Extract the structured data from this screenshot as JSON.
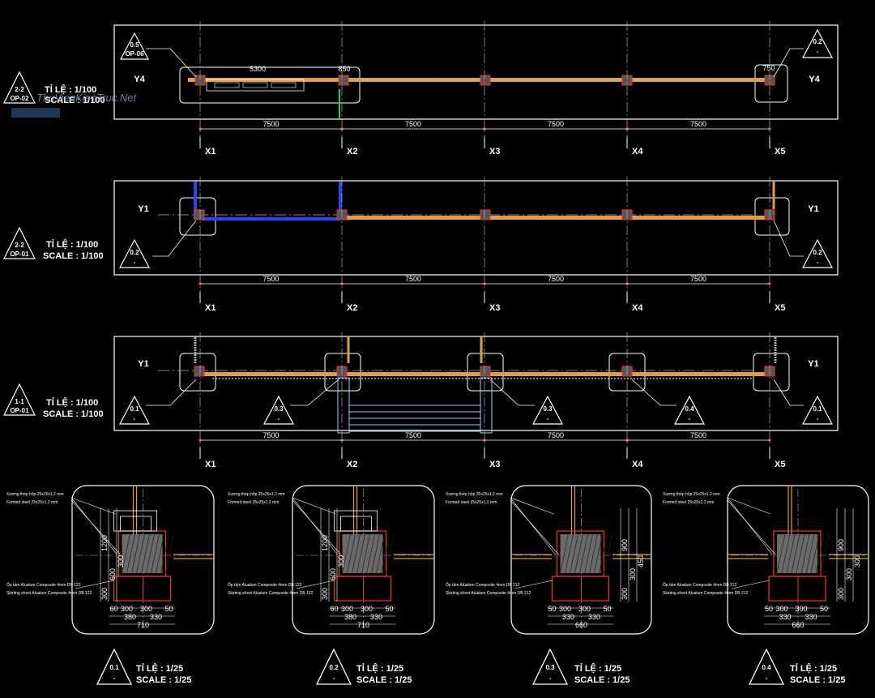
{
  "plans": [
    {
      "scale_vi": "TỈ LỆ : 1/100",
      "scale_en": "SCALE : 1/100",
      "section_tag": {
        "top": "2-2",
        "bottom": "OP-02"
      },
      "row_label": "Y4",
      "callouts": [
        {
          "top": "0.5",
          "bottom": "OP-06"
        },
        {
          "top": "0.2",
          "bottom": "-"
        }
      ]
    },
    {
      "scale_vi": "TỈ LỆ : 1/100",
      "scale_en": "SCALE : 1/100",
      "section_tag": {
        "top": "2-2",
        "bottom": "OP-01"
      },
      "row_label": "Y1",
      "callouts": [
        {
          "top": "0.2",
          "bottom": "-"
        },
        {
          "top": "0.2",
          "bottom": "-"
        }
      ]
    },
    {
      "scale_vi": "TỈ LỆ : 1/100",
      "scale_en": "SCALE : 1/100",
      "section_tag": {
        "top": "1-1",
        "bottom": "OP-01"
      },
      "row_label": "Y1",
      "callouts": [
        {
          "top": "0.1",
          "bottom": "-"
        },
        {
          "top": "0.3",
          "bottom": "-"
        },
        {
          "top": "0.3",
          "bottom": "-"
        },
        {
          "top": "0.4",
          "bottom": "-"
        },
        {
          "top": "0.1",
          "bottom": "-"
        }
      ]
    }
  ],
  "axes": [
    "X1",
    "X2",
    "X3",
    "X4",
    "X5"
  ],
  "spans": [
    "7500",
    "7500",
    "7500",
    "7500"
  ],
  "watermark": "ThuVienKienTruc.Net",
  "plan1_dims": {
    "top": "5300",
    "left": "850",
    "right": "750"
  },
  "details": [
    {
      "callout": {
        "top": "0.1",
        "bottom": "-"
      },
      "scale_vi": "TỈ LỆ : 1/25",
      "scale_en": "SCALE : 1/25",
      "note_frame_vi": "Xương thép hộp 25x25x1.2 mm",
      "note_frame_en": "Formed steel 25x25x1.2 mm",
      "note_skirt_vi": "Ốp tấm Alualum Composite 4mm DB 122",
      "note_skirt_en": "Skirting sheet Alualum Composite 4mm DB 122",
      "dims_bottom": [
        "60",
        "300",
        "300",
        "50"
      ],
      "dims_sub": [
        "380",
        "330"
      ],
      "dim_total": "710",
      "dims_side": [
        "300",
        "600",
        "300",
        "1200"
      ]
    },
    {
      "callout": {
        "top": "0.2",
        "bottom": "-"
      },
      "scale_vi": "TỈ LỆ : 1/25",
      "scale_en": "SCALE : 1/25",
      "note_frame_vi": "Xương thép hộp 25x25x1.2 mm",
      "note_frame_en": "Formed steel 25x25x1.2 mm",
      "note_skirt_vi": "Ốp tấm Alualum Composite 4mm DB 122",
      "note_skirt_en": "Skirting sheet Alualum Composite 4mm DB 122",
      "dims_bottom": [
        "60",
        "300",
        "300",
        "50"
      ],
      "dims_sub": [
        "380",
        "330"
      ],
      "dim_total": "710",
      "dims_side": [
        "300",
        "600",
        "300",
        "1200"
      ]
    },
    {
      "callout": {
        "top": "0.3",
        "bottom": "-"
      },
      "scale_vi": "TỈ LỆ : 1/25",
      "scale_en": "SCALE : 1/25",
      "note_frame_vi": "Xương thép hộp 25x25x1.2 mm",
      "note_frame_en": "Formed steel 25x25x1.2 mm",
      "note_skirt_vi": "Ốp tấm Alualum Composite 4mm DB 212",
      "note_skirt_en": "Skirting sheet Alualum Composite 4mm DB 212",
      "dims_bottom": [
        "50",
        "300",
        "300",
        "50"
      ],
      "dims_sub": [
        "330",
        "330"
      ],
      "dim_total": "660",
      "dims_side": [
        "300",
        "300",
        "450",
        "900"
      ]
    },
    {
      "callout": {
        "top": "0.4",
        "bottom": "-"
      },
      "scale_vi": "TỈ LỆ : 1/25",
      "scale_en": "SCALE : 1/25",
      "note_frame_vi": "Xương thép hộp 25x25x1.2 mm",
      "note_frame_en": "Formed steel 25x25x1.2 mm",
      "note_skirt_vi": "Ốp tấm Alualum Composite 4mm DB 212",
      "note_skirt_en": "Skirting sheet Alualum Composite 4mm DB 212",
      "dims_bottom": [
        "50",
        "300",
        "300",
        "50"
      ],
      "dims_sub": [
        "330",
        "330"
      ],
      "dim_total": "660",
      "dims_side": [
        "300",
        "300",
        "300",
        "900"
      ]
    }
  ],
  "colors": {
    "line": "#ffffff",
    "beam": "#e0a040",
    "column": "#ff3030",
    "pipe": "#3040ff",
    "grid": "#b0b0b0",
    "green": "#30d030",
    "cyan": "#70c8ff"
  }
}
